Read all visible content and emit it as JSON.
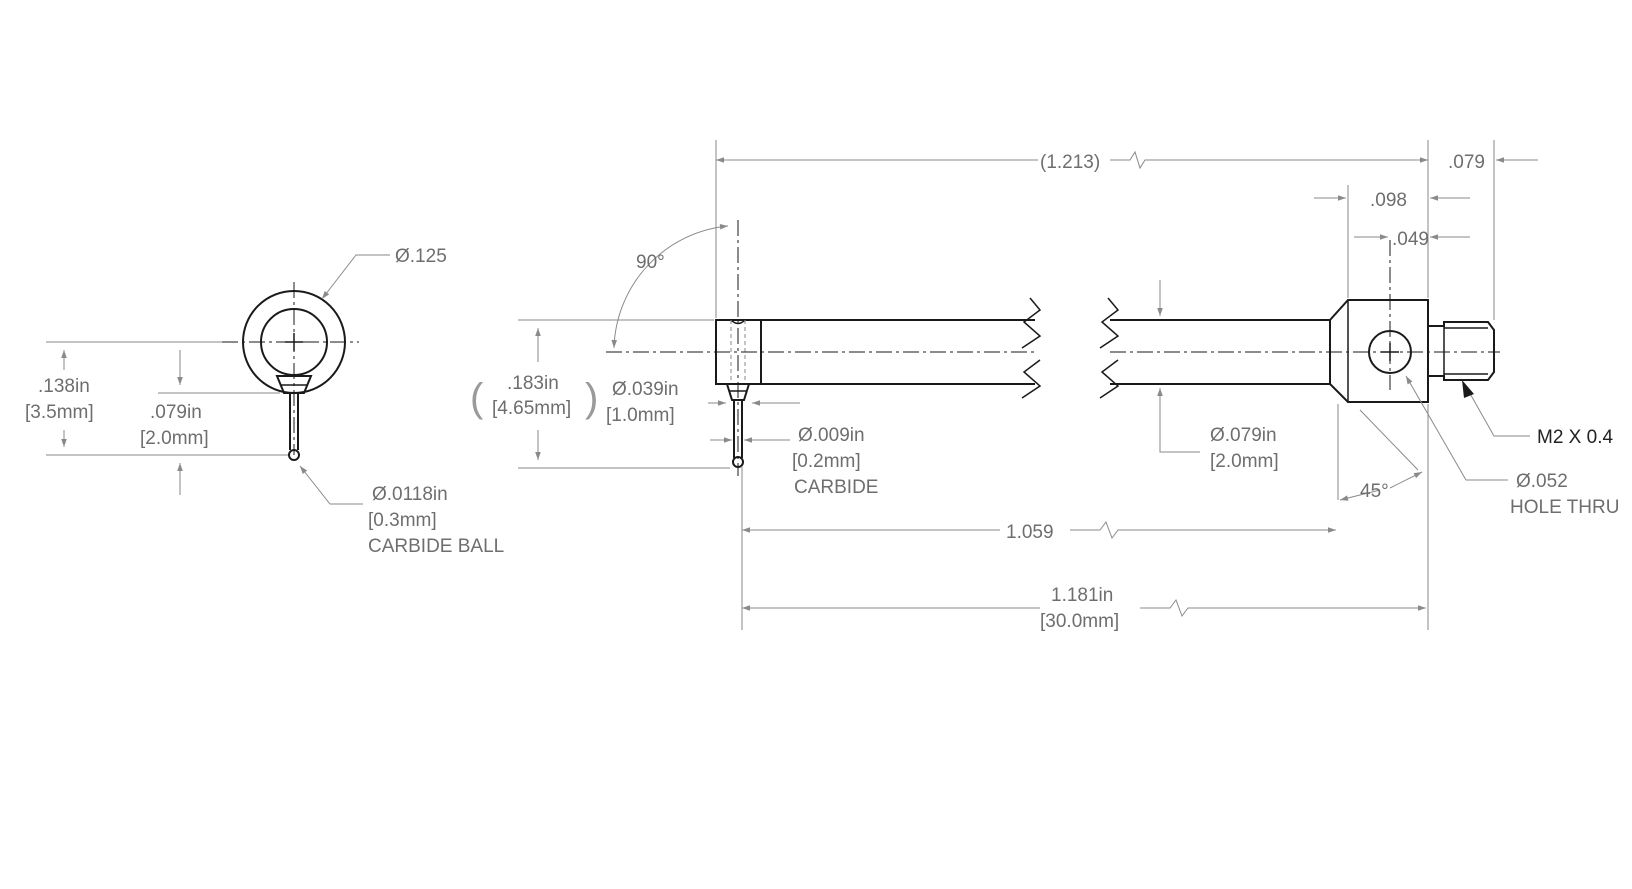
{
  "side_view": {
    "dia_head": "Ø.125",
    "ht_total_in": ".138in",
    "ht_total_mm": "[3.5mm]",
    "ht_stem_in": ".079in",
    "ht_stem_mm": "[2.0mm]",
    "ball_dia_in": "Ø.0118in",
    "ball_dia_mm": "[0.3mm]",
    "ball_material": "CARBIDE BALL"
  },
  "front_view": {
    "overall_ref": "(1.213)",
    "thread_len": ".079",
    "collar_len": ".098",
    "hole_offset": ".049",
    "angle_top": "90°",
    "head_ht_in": ".183in",
    "head_ht_mm": "[4.65mm]",
    "pin_dia_in": "Ø.039in",
    "pin_dia_mm": "[1.0mm]",
    "tip_dia_in": "Ø.009in",
    "tip_dia_mm": "[0.2mm]",
    "tip_material": "CARBIDE",
    "shaft_dia_in": "Ø.079in",
    "shaft_dia_mm": "[2.0mm]",
    "chamfer_angle": "45°",
    "thread_spec": "M2 X 0.4",
    "hole_dia": "Ø.052",
    "hole_type": "HOLE THRU",
    "shaft_len": "1.059",
    "overall_len_in": "1.181in",
    "overall_len_mm": "[30.0mm]"
  }
}
